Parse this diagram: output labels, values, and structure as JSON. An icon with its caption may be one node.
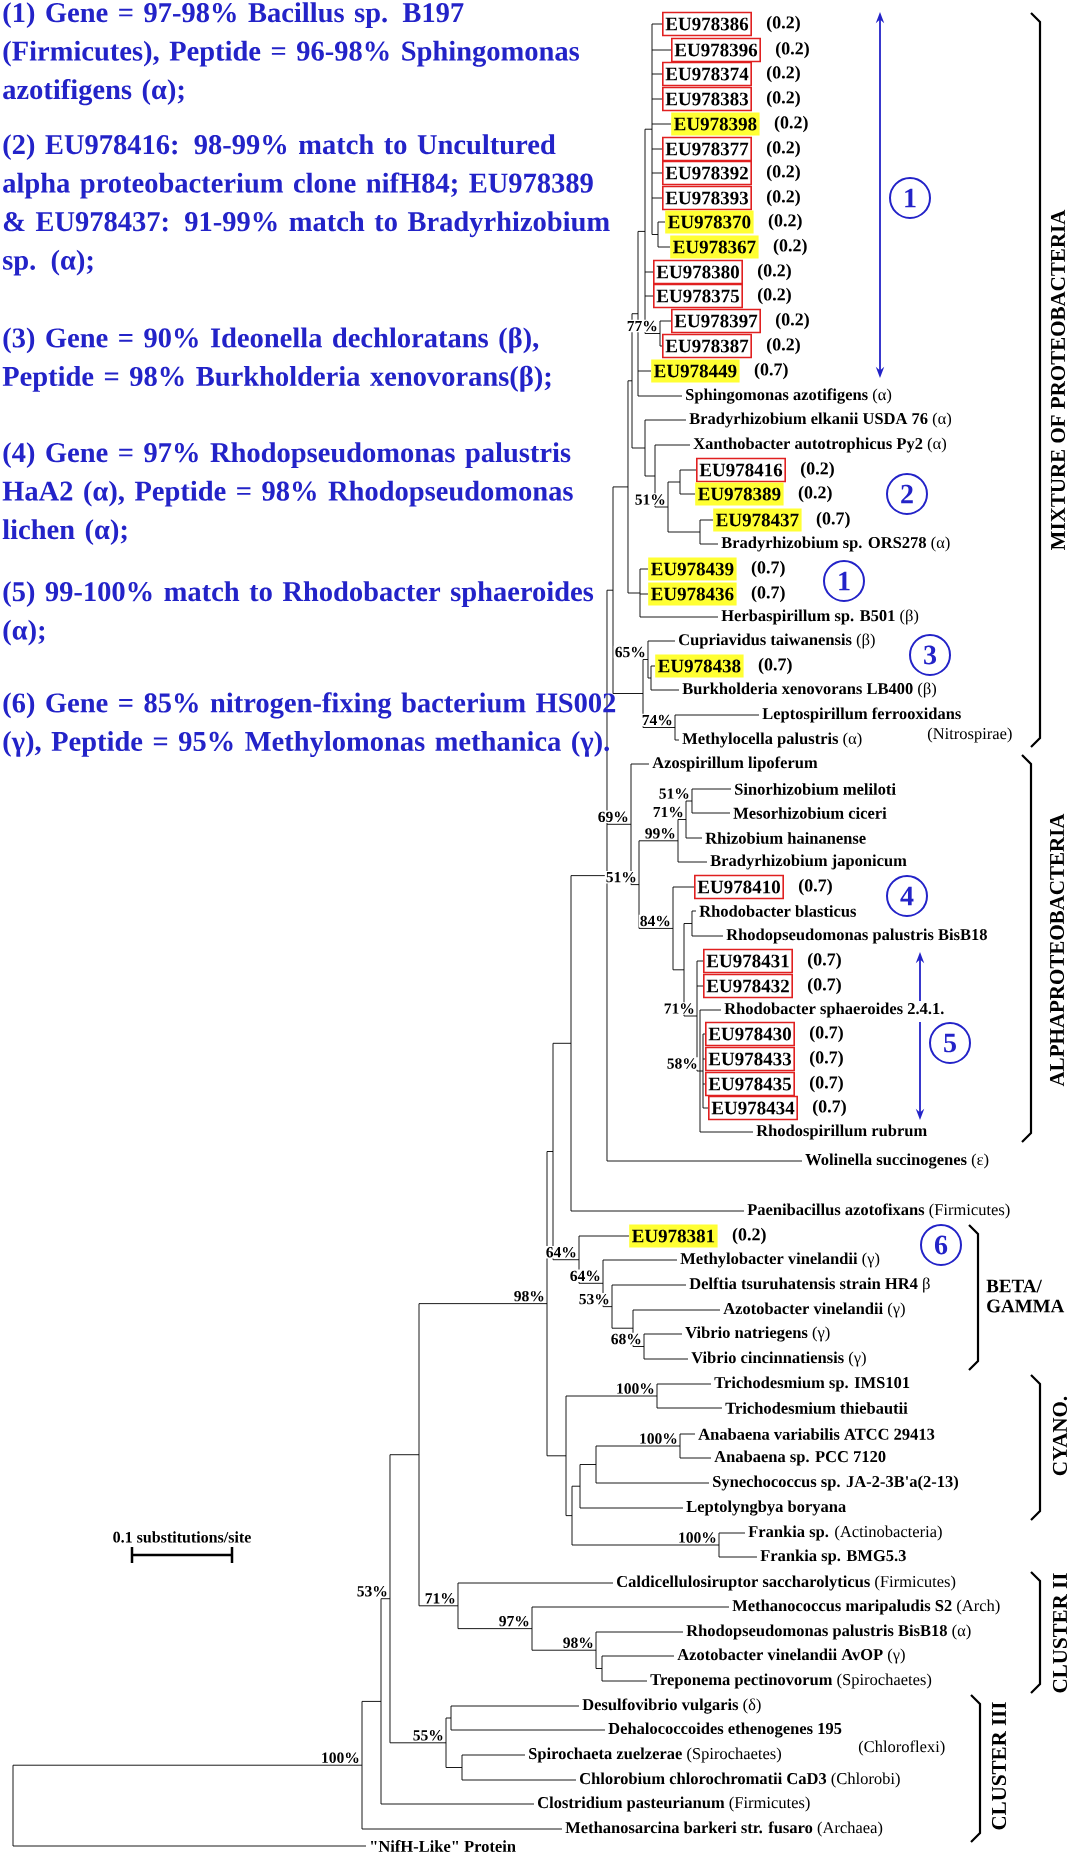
{
  "diagram": {
    "nodes": [
      {
        "text": [
          "EU978386"
        ],
        "beside": [
          "(0.2)"
        ]
      },
      {
        "text": [
          "EU978396"
        ],
        "beside": [
          "(0.2)"
        ]
      },
      {
        "text": [
          "EU978374"
        ],
        "beside": [
          "(0.2)"
        ]
      },
      {
        "text": [
          "EU978383"
        ],
        "beside": [
          "(0.2)"
        ]
      },
      {
        "text": [
          "EU978398"
        ],
        "beside": [
          "(0.2)"
        ]
      },
      {
        "text": [
          "EU978377"
        ],
        "beside": [
          "(0.2)"
        ]
      },
      {
        "text": [
          "EU978392"
        ],
        "beside": [
          "(0.2)"
        ]
      },
      {
        "text": [
          "EU978393"
        ],
        "beside": [
          "(0.2)"
        ]
      },
      {
        "text": [
          "EU978370"
        ],
        "beside": [
          "(0.2)"
        ]
      },
      {
        "text": [
          "EU978367"
        ],
        "beside": [
          "(0.2)"
        ]
      },
      {
        "text": [
          "EU978380"
        ],
        "beside": [
          "(0.2)"
        ]
      },
      {
        "text": [
          "EU978375"
        ],
        "beside": [
          "(0.2)"
        ]
      },
      {
        "text": [
          "EU978397"
        ],
        "beside": [
          "(0.2)"
        ]
      },
      {
        "text": [
          "EU978387"
        ],
        "beside": [
          "(0.2)"
        ]
      },
      {
        "text": [
          "EU978449"
        ],
        "beside": [
          "(0.7)"
        ]
      },
      {
        "text": [
          "1"
        ]
      },
      {
        "text": [
          "EU978416"
        ],
        "beside": [
          "(0.2)"
        ]
      },
      {
        "text": [
          "EU978389"
        ],
        "beside": [
          "(0.2)"
        ]
      },
      {
        "text": [
          "EU978437"
        ],
        "beside": [
          "(0.7)"
        ]
      },
      {
        "text": [
          "2"
        ]
      },
      {
        "text": [
          "EU978439"
        ],
        "beside": [
          "(0.7)"
        ]
      },
      {
        "text": [
          "EU978436"
        ],
        "beside": [
          "(0.7)"
        ]
      },
      {
        "text": [
          "1"
        ]
      },
      {
        "text": [
          "EU978438"
        ],
        "beside": [
          "(0.7)"
        ]
      },
      {
        "text": [
          "3"
        ]
      },
      {
        "text": [
          "EU978410"
        ],
        "beside": [
          "(0.7)"
        ]
      },
      {
        "text": [
          "4"
        ]
      },
      {
        "text": [
          "EU978431"
        ],
        "beside": [
          "(0.7)"
        ]
      },
      {
        "text": [
          "EU978432"
        ],
        "beside": [
          "(0.7)"
        ]
      },
      {
        "text": [
          "EU978430"
        ],
        "beside": [
          "(0.7)"
        ]
      },
      {
        "text": [
          "EU978433"
        ],
        "beside": [
          "(0.7)"
        ]
      },
      {
        "text": [
          "EU978435"
        ],
        "beside": [
          "(0.7)"
        ]
      },
      {
        "text": [
          "EU978434"
        ],
        "beside": [
          "(0.7)"
        ]
      },
      {
        "text": [
          "5"
        ]
      },
      {
        "text": [
          "EU978381"
        ],
        "beside": [
          "(0.2)"
        ]
      },
      {
        "text": [
          "6"
        ]
      }
    ],
    "labels": [
      "(1) Gene = 97-98% Bacillus sp. B197 (Firmicutes), Peptide = 96-98% Sphingomonas azotifigens (α);",
      "(2) EU978416: 98-99% match to Uncultured alpha proteobacterium clone nifH84; EU978389 & EU978437: 91-99% match to Bradyrhizobium sp. (α);",
      "(3) Gene = 90% Ideonella dechloratans (β), Peptide = 98% Burkholderia xenovorans(β);",
      "(4) Gene = 97% Rhodopseudomonas palustris HaA2 (α), Peptide = 98% Rhodopseudomonas lichen (α);",
      "(5) 99-100% match to Rhodobacter sphaeroides (α);",
      "(6) Gene = 85% nitrogen-fixing bacterium HS002 (γ), Peptide = 95% Methylomonas methanica (γ).",
      "**Sphingomonas azotifigens** (α)",
      "**Bradyrhizobium elkanii USDA 76** (α)",
      "**Xanthobacter autotrophicus Py2** (α)",
      "**Bradyrhizobium sp. ORS278** (α)",
      "**Herbaspirillum sp. B501** (β)",
      "**Cupriavidus taiwanensis** (β)",
      "**Burkholderia xenovorans LB400** (β)",
      "Leptospirillum ferrooxidans",
      "(Nitrospirae)",
      "**Methylocella palustris** (α)",
      "Azospirillum lipoferum",
      "Sinorhizobium meliloti",
      "Mesorhizobium ciceri",
      "Rhizobium hainanense",
      "Bradyrhizobium japonicum",
      "Rhodobacter blasticus",
      "Rhodopseudomonas palustris BisB18",
      "Rhodobacter sphaeroides 2.4.1.",
      "Rhodospirillum rubrum",
      "**Wolinella succinogenes** (ε)",
      "**Paenibacillus azotofixans** (Firmicutes)",
      "**Methylobacter vinelandii** (γ)",
      "**Delftia tsuruhatensis strain HR4** β",
      "**Azotobacter vinelandii** (γ)",
      "**Vibrio natriegens** (γ)",
      "**Vibrio cincinnatiensis** (γ)",
      "Trichodesmium sp. IMS101",
      "Trichodesmium thiebautii",
      "Anabaena variabilis ATCC 29413",
      "Anabaena sp. PCC 7120",
      "Synechococcus sp. JA-2-3B'a(2-13)",
      "Leptolyngbya boryana",
      "**Frankia sp.** (Actinobacteria)",
      "Frankia sp. BMG5.3",
      "**Caldicellulosiruptor saccharolyticus** (Firmicutes)",
      "**Methanococcus maripaludis S2** (Arch)",
      "**Rhodopseudomonas palustris BisB18** (α)",
      "**Azotobacter vinelandii AvOP** (γ)",
      "**Treponema pectinovorum** (Spirochaetes)",
      "**Desulfovibrio vulgaris** (δ)",
      "Dehalococcoides ethenogenes 195",
      "(Chloroflexi)",
      "**Spirochaeta zuelzerae** (Spirochaetes)",
      "**Chlorobium chlorochromatii CaD3** (Chlorobi)",
      "**Clostridium pasteurianum** (Firmicutes)",
      "**Methanosarcina barkeri str. fusaro** (Archaea)",
      "\"NifH-Like\" Protein",
      "MIXTURE OF PROTEOBACTERIA",
      "ALPHAPROTEOBACTERIA",
      "BETA/ GAMMA",
      "CYANO.",
      "CLUSTER II",
      "CLUSTER III",
      "0.1 substitutions/site",
      "77%",
      "51%",
      "65%",
      "74%",
      "51%",
      "71%",
      "69%",
      "99%",
      "51%",
      "84%",
      "71%",
      "58%",
      "64%",
      "64%",
      "98%",
      "53%",
      "68%",
      "100%",
      "100%",
      "53%",
      "100%",
      "71%",
      "97%",
      "98%",
      "55%",
      "100%"
    ]
  }
}
